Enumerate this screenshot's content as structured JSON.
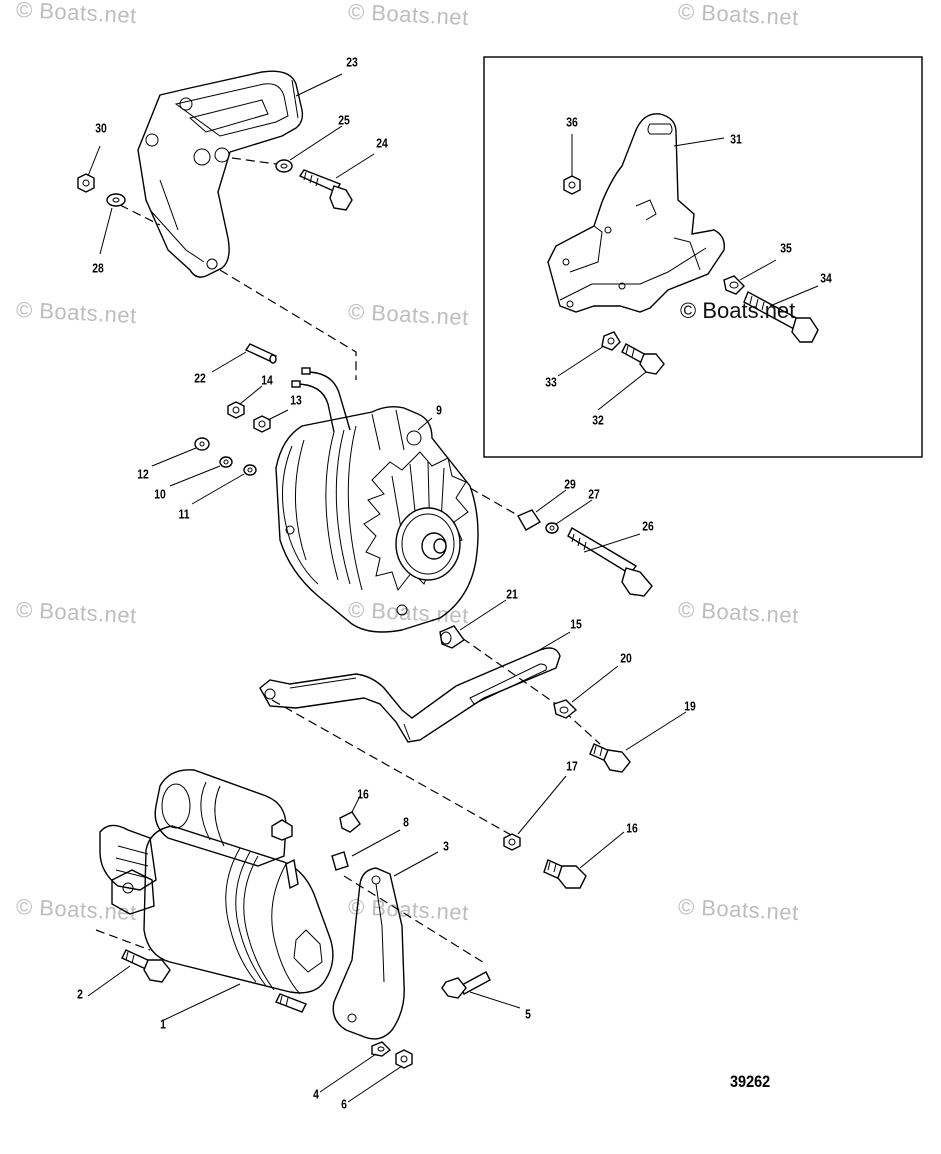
{
  "watermark_text": "© Boats.net",
  "inset_watermark_text": "© Boats.net",
  "figure_number": "39262",
  "part_labels": [
    "1",
    "2",
    "3",
    "4",
    "5",
    "6",
    "8",
    "9",
    "10",
    "11",
    "12",
    "13",
    "14",
    "15",
    "16",
    "16",
    "17",
    "19",
    "20",
    "21",
    "22",
    "23",
    "24",
    "25",
    "26",
    "27",
    "28",
    "29",
    "30",
    "31",
    "32",
    "33",
    "34",
    "35",
    "36"
  ],
  "inset": {
    "contains_parts": [
      "31",
      "32",
      "33",
      "34",
      "35",
      "36"
    ]
  }
}
